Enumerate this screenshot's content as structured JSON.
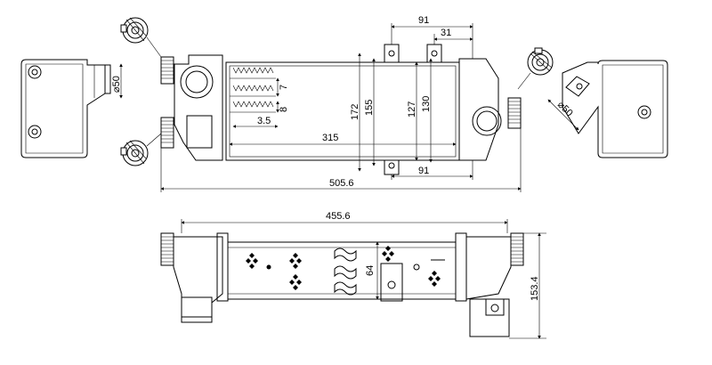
{
  "drawing": {
    "top_view": {
      "dims": {
        "d91_top": "91",
        "d31": "31",
        "d172": "172",
        "d155": "155",
        "d127": "127",
        "d130": "130",
        "d7": "7",
        "d8": "8",
        "d3_5": "3.5",
        "d315": "315",
        "d91_bottom": "91",
        "d505_6": "505.6",
        "phi50_left": "⌀50",
        "phi50_right": "⌀50"
      }
    },
    "bottom_view": {
      "dims": {
        "d455_6": "455.6",
        "d64": "64",
        "d153_4": "153.4"
      }
    }
  }
}
